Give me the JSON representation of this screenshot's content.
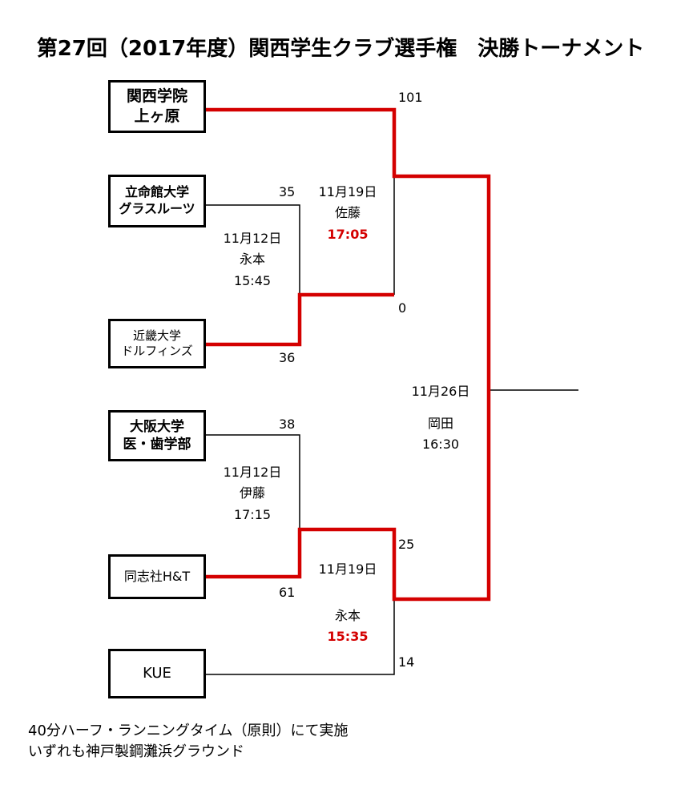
{
  "title": "第27回（2017年度）関西学生クラブ選手権　決勝トーナメント",
  "teams": [
    {
      "id": "kgu",
      "line1": "関西学院",
      "line2": "上ヶ原",
      "bold": true
    },
    {
      "id": "rits",
      "line1": "立命館大学",
      "line2": "グラスルーツ",
      "bold": true
    },
    {
      "id": "kindai",
      "line1": "近畿大学",
      "line2": "ドルフィンズ",
      "bold": false
    },
    {
      "id": "osaka",
      "line1": "大阪大学",
      "line2": "医・歯学部",
      "bold": true
    },
    {
      "id": "doshisha",
      "line1": "同志社H&T",
      "line2": "",
      "bold": false
    },
    {
      "id": "kue",
      "line1": "KUE",
      "line2": "",
      "bold": false
    }
  ],
  "scores": {
    "m1_rits": "35",
    "m1_kindai": "36",
    "m2_osaka": "38",
    "m2_doshisha": "61",
    "sf1_kgu": "101",
    "sf1_kindai": "0",
    "sf2_doshisha": "25",
    "sf2_kue": "14"
  },
  "matches": {
    "m1": {
      "date": "11月12日",
      "ref": "永本",
      "time": "15:45",
      "time_highlight": false
    },
    "m2": {
      "date": "11月12日",
      "ref": "伊藤",
      "time": "17:15",
      "time_highlight": false
    },
    "sf1": {
      "date": "11月19日",
      "ref": "佐藤",
      "time": "17:05",
      "time_highlight": true
    },
    "sf2": {
      "date": "11月19日",
      "ref": "永本",
      "time": "15:35",
      "time_highlight": true
    },
    "final": {
      "date": "11月26日",
      "ref": "岡田",
      "time": "16:30",
      "time_highlight": false
    }
  },
  "notes": [
    "40分ハーフ・ランニングタイム（原則）にて実施",
    "いずれも神戸製鋼灘浜グラウンド"
  ],
  "colors": {
    "winner_line": "#d40000",
    "line": "#000000",
    "highlight_text": "#d40000"
  }
}
